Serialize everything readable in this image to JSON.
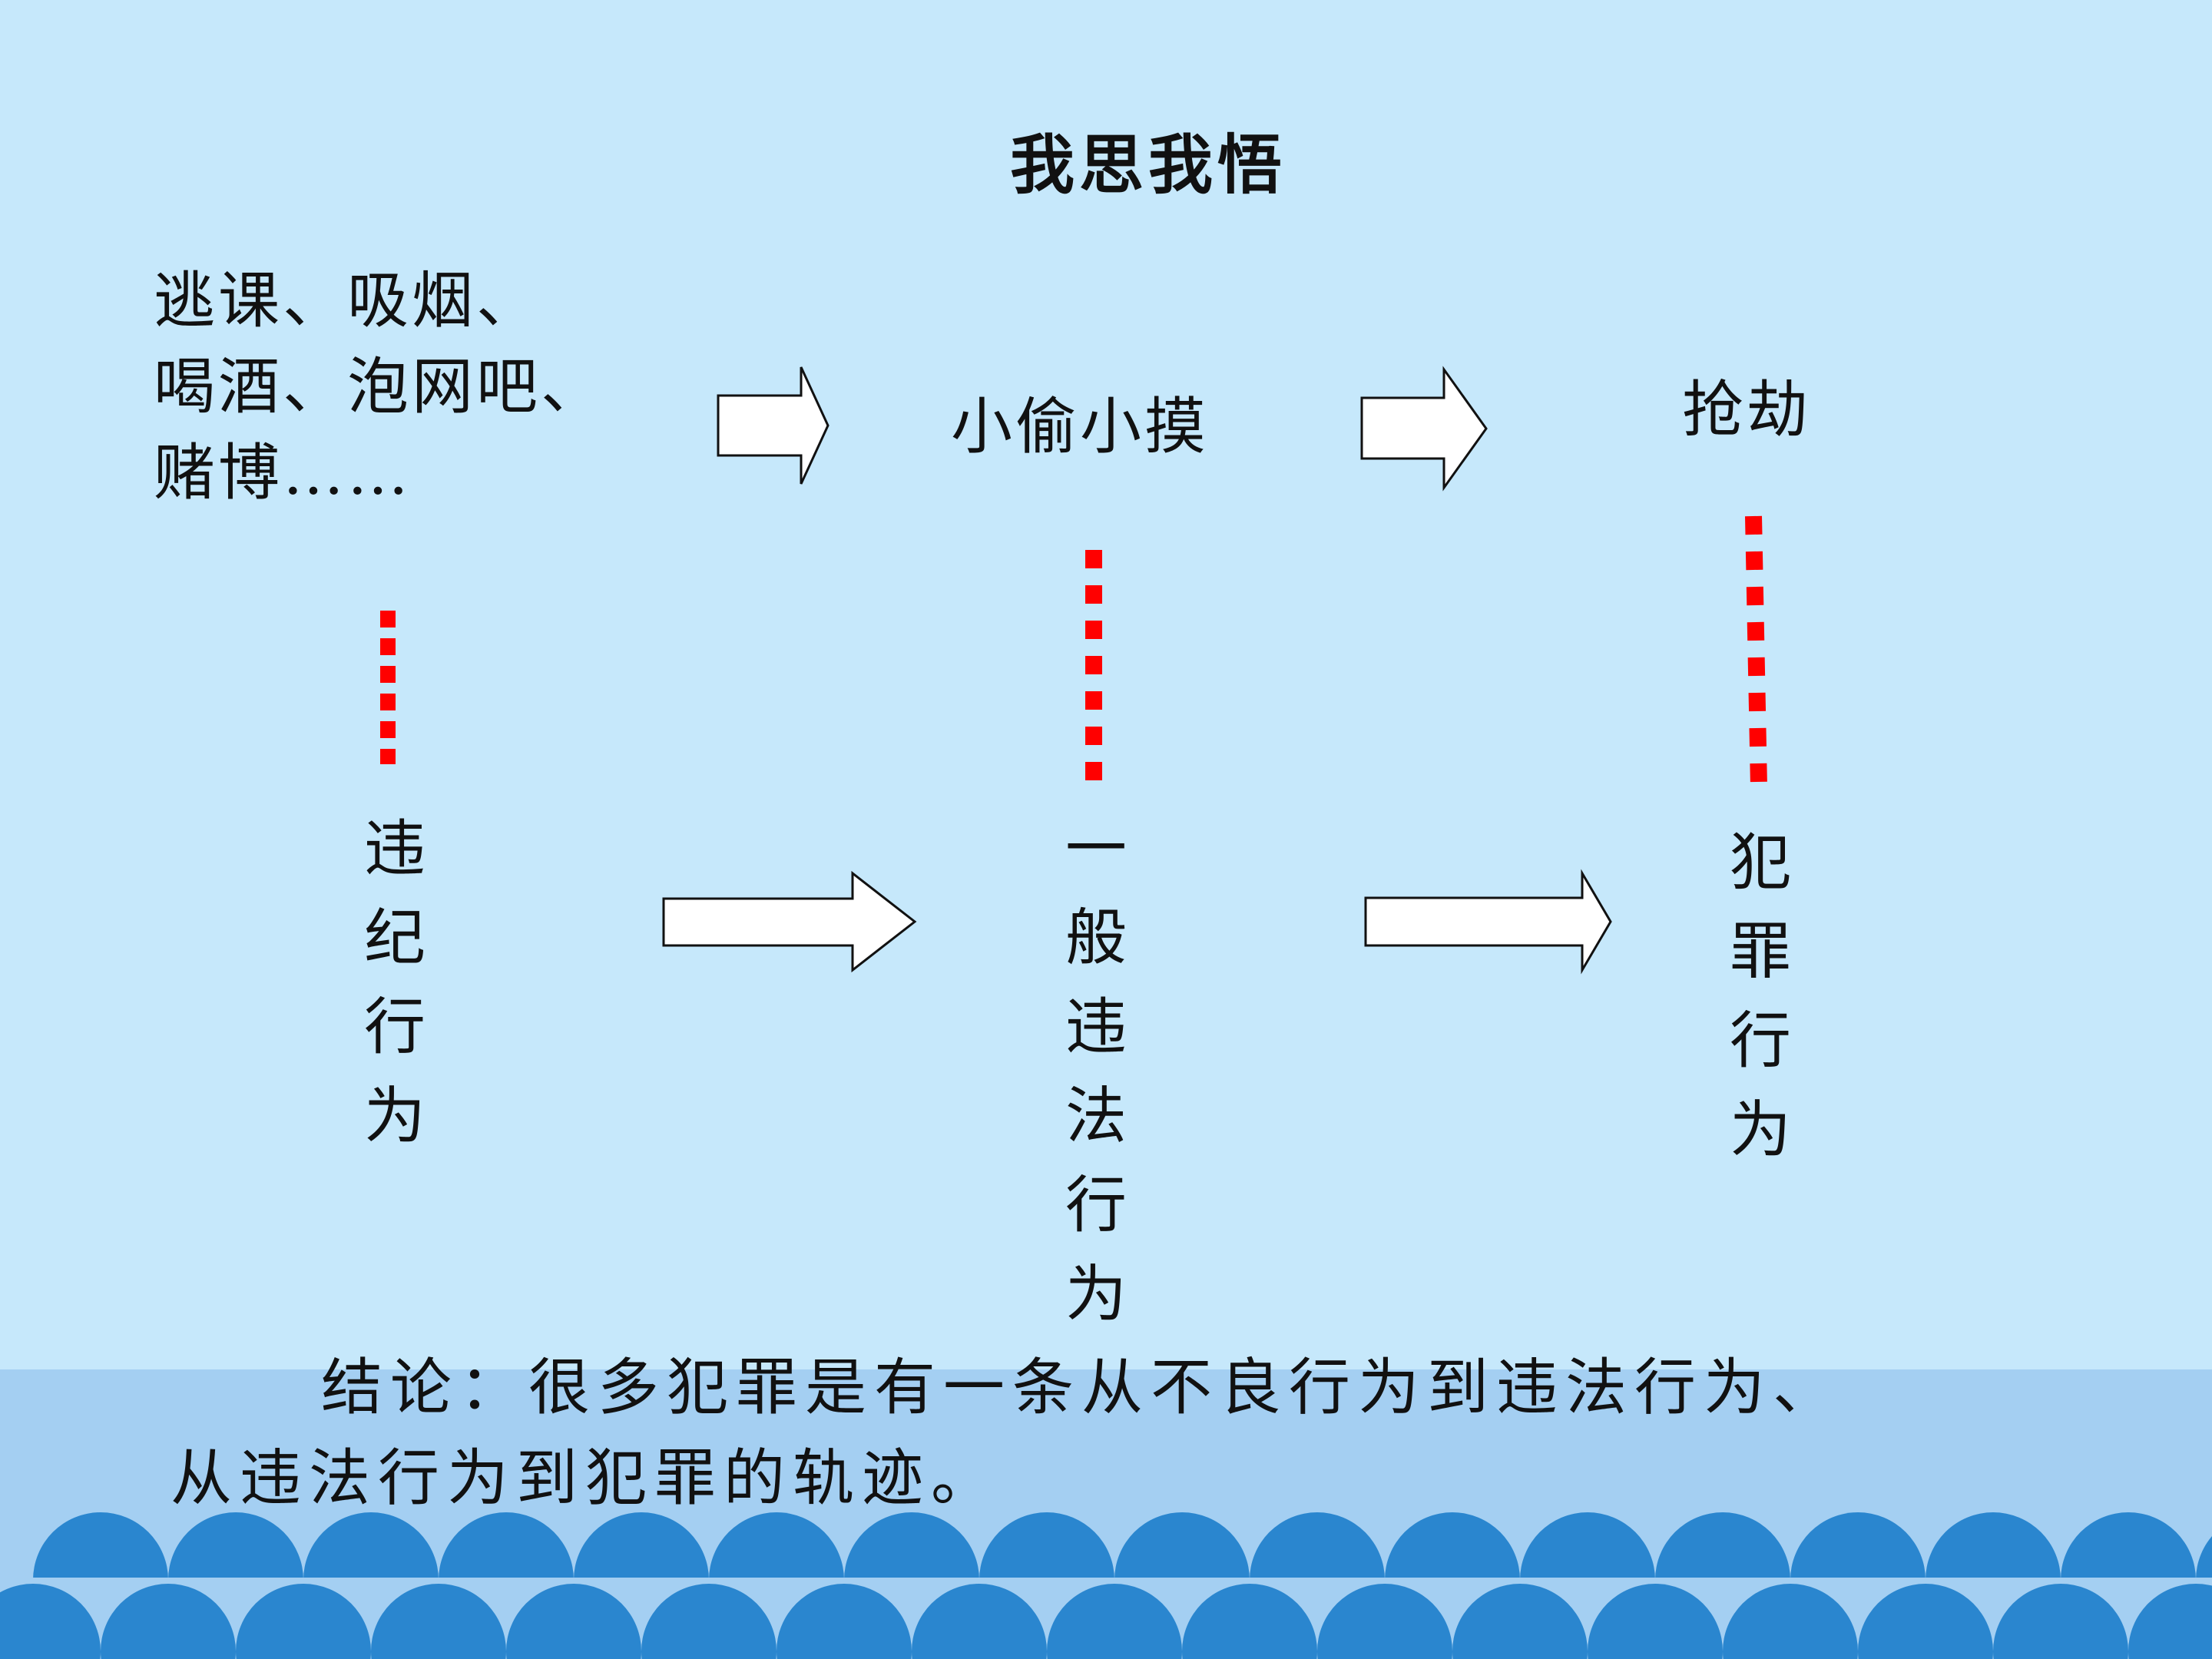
{
  "slide": {
    "title": "我思我悟",
    "top_row": {
      "item1_lines": [
        "逃课、吸烟、",
        "喝酒、泡网吧、",
        "赌博……"
      ],
      "item2": "小偷小摸",
      "item3": "抢劫"
    },
    "bottom_row": {
      "item1": "违纪行为",
      "item2": "一般违法行为",
      "item3": "犯罪行为"
    },
    "conclusion_lines": [
      "结论：很多犯罪是有一条从不良行为到违法行为、",
      "从违法行为到犯罪的轨迹。"
    ]
  },
  "colors": {
    "background": "#c6e8fb",
    "footer_band": "#a4cff2",
    "scallop": "#2a86cf",
    "dotted_line": "#ff0000",
    "arrow_fill": "#ffffff",
    "arrow_stroke": "#111111"
  }
}
